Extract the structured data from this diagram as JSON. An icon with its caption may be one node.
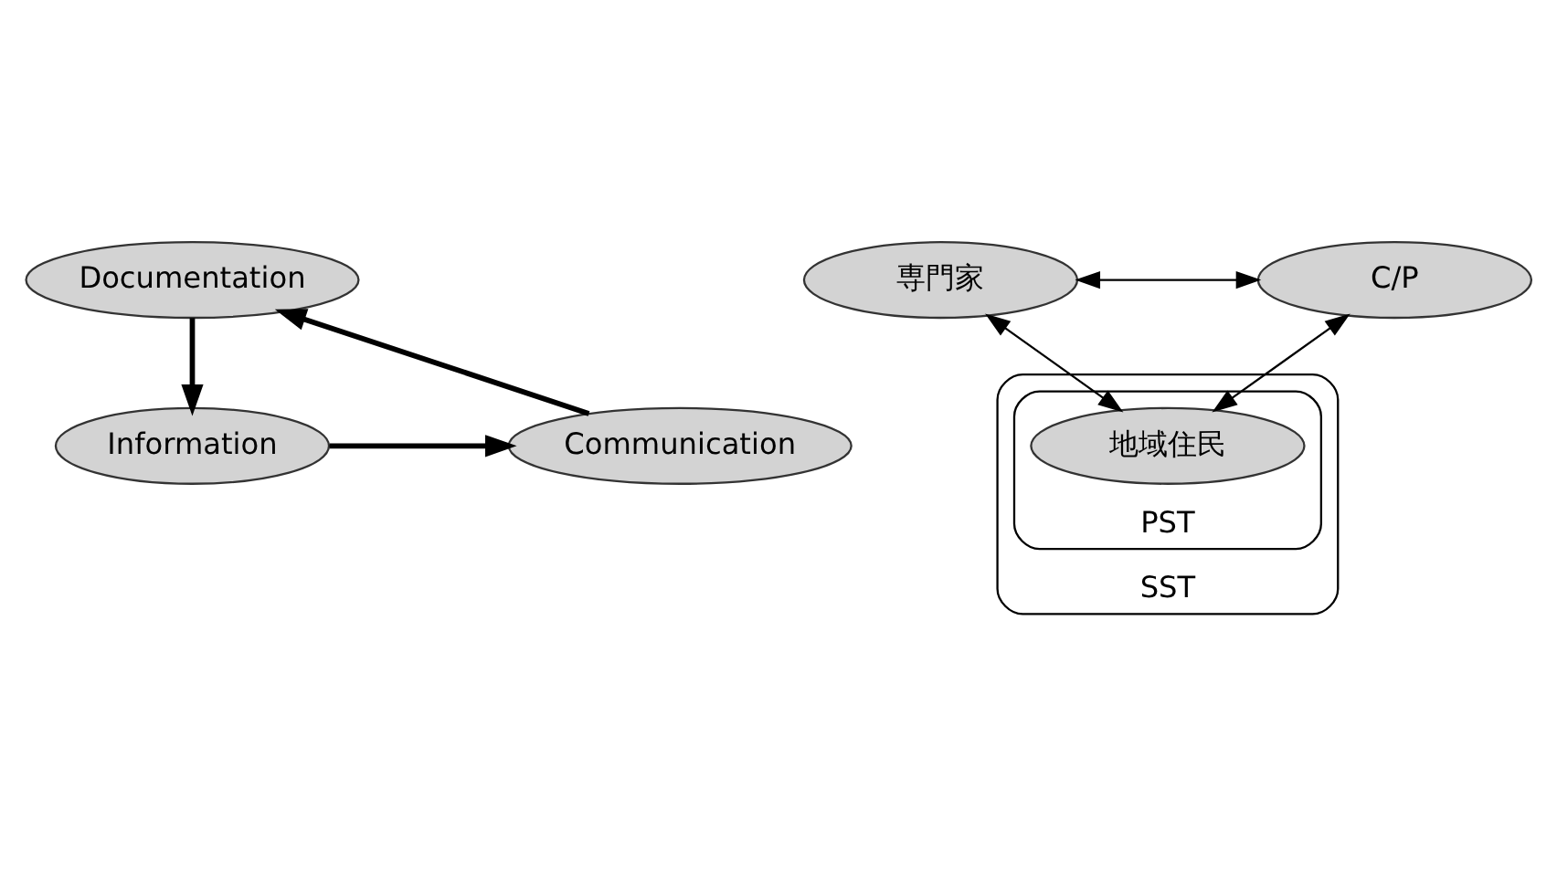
{
  "diagram": {
    "nodes": [
      {
        "text": [
          "Documentation"
        ]
      },
      {
        "text": [
          "専門家"
        ]
      },
      {
        "text": [
          "C/P"
        ]
      },
      {
        "text": [
          "SST"
        ]
      },
      {
        "text": [
          "PST"
        ],
        "in": 3
      },
      {
        "text": [
          "地域住民"
        ],
        "in": 4
      },
      {
        "text": [
          "Communication"
        ]
      },
      {
        "text": [
          "Information"
        ]
      }
    ],
    "edges": [
      {
        "from": 6,
        "to": 0,
        "arrow": "to",
        "style": "thick"
      },
      {
        "from": 0,
        "to": 7,
        "arrow": "to",
        "style": "thick"
      },
      {
        "from": 7,
        "to": 6,
        "arrow": "to",
        "style": "thick"
      },
      {
        "from": 1,
        "to": 2,
        "arrow": "both"
      },
      {
        "from": 1,
        "to": 5,
        "arrow": "both"
      },
      {
        "from": 2,
        "to": 5,
        "arrow": "both"
      }
    ]
  }
}
